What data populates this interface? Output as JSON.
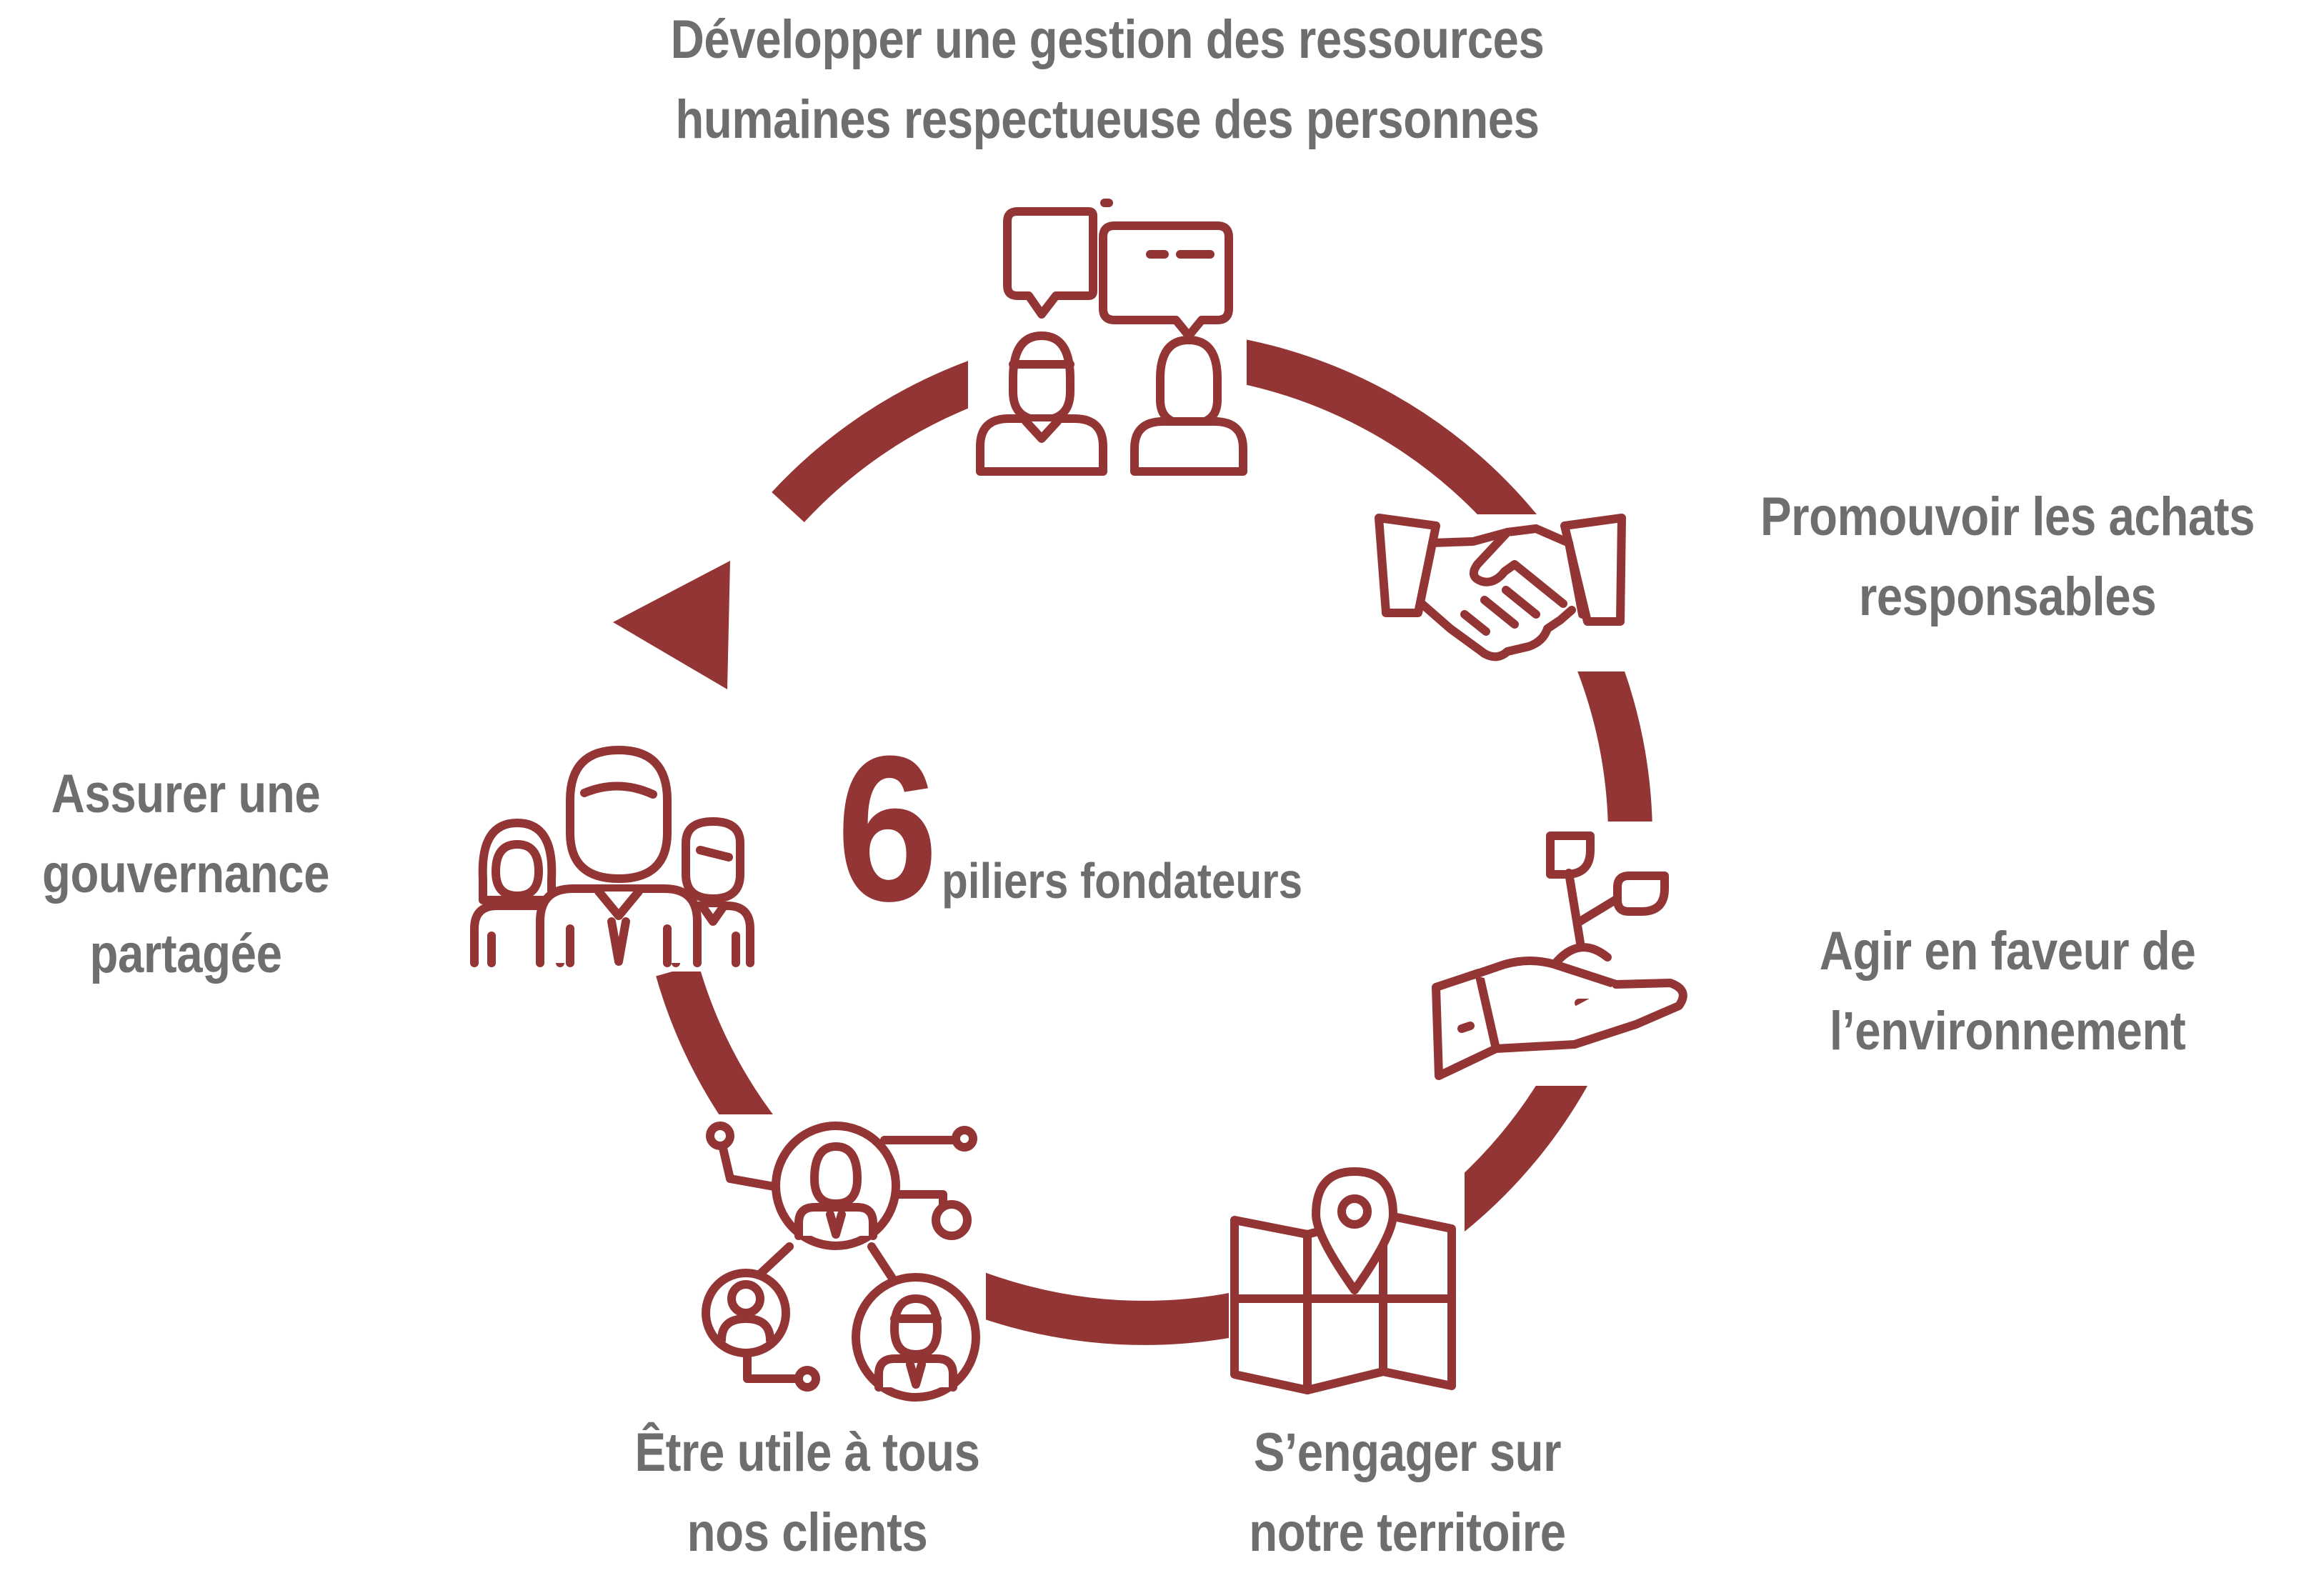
{
  "colors": {
    "accent": "#943535",
    "text": "#6e6e6e",
    "background": "#ffffff"
  },
  "center": {
    "number": "6",
    "text": "piliers fondateurs"
  },
  "pillars": [
    {
      "icon": "dialogue-people-icon",
      "lines": [
        "Développer une gestion des ressources",
        "humaines respectueuse des personnes"
      ]
    },
    {
      "icon": "handshake-icon",
      "lines": [
        "Promouvoir les achats",
        "responsables"
      ]
    },
    {
      "icon": "plant-hand-icon",
      "lines": [
        "Agir en faveur de",
        "l’environnement"
      ]
    },
    {
      "icon": "map-pin-icon",
      "lines": [
        "S’engager sur",
        "notre territoire"
      ]
    },
    {
      "icon": "client-network-icon",
      "lines": [
        "Être utile à tous",
        "nos clients"
      ]
    },
    {
      "icon": "team-group-icon",
      "lines": [
        "Assurer une",
        "gouvernance",
        "partagée"
      ]
    }
  ]
}
